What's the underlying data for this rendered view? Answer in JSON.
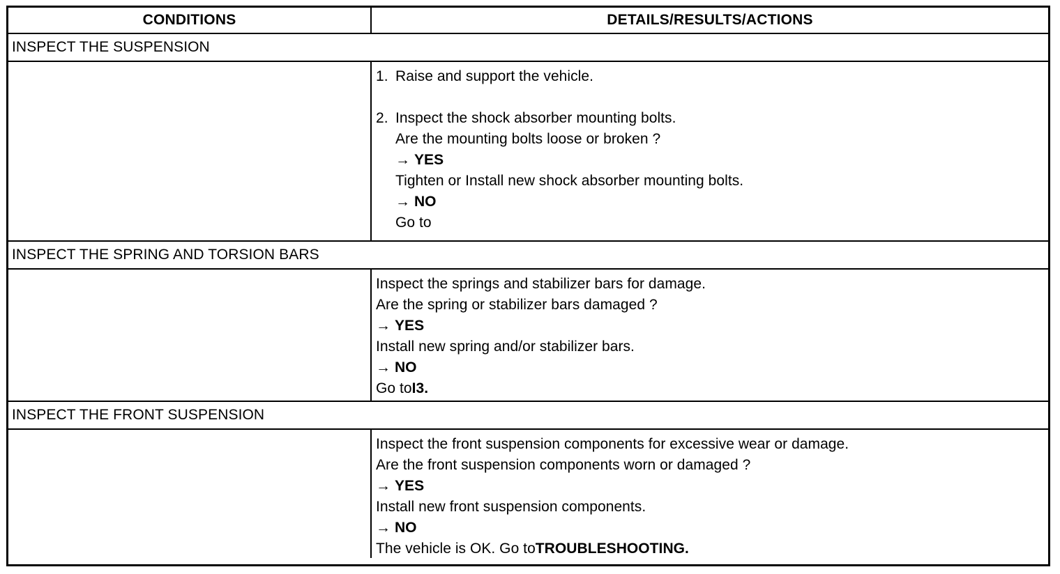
{
  "table": {
    "headers": {
      "conditions": "CONDITIONS",
      "details": "DETAILS/RESULTS/ACTIONS"
    },
    "sections": [
      {
        "title": "INSPECT THE SUSPENSION",
        "steps": [
          {
            "number": "1.",
            "text": "Raise and support the vehicle."
          },
          {
            "number": "2.",
            "text": "Inspect the shock absorber mounting bolts."
          }
        ],
        "question": "Are the mounting bolts loose or broken ?",
        "yes_arrow": "→",
        "yes_label": "YES",
        "yes_action": "Tighten or Install new shock absorber mounting bolts.",
        "no_arrow": "→",
        "no_label": "NO",
        "no_action_prefix": "Go to",
        "no_action_ref": ""
      },
      {
        "title": "INSPECT THE SPRING AND TORSION BARS",
        "intro": "Inspect the springs and stabilizer bars for damage.",
        "question": "Are the spring or stabilizer bars damaged ?",
        "yes_arrow": "→",
        "yes_label": "YES",
        "yes_action": "Install new spring and/or stabilizer bars.",
        "no_arrow": "→",
        "no_label": "NO",
        "no_action_prefix": "Go to",
        "no_action_ref": "I3."
      },
      {
        "title": "INSPECT THE FRONT SUSPENSION",
        "intro": "Inspect the front suspension components for excessive wear or damage.",
        "question": "Are the front suspension components worn or damaged ?",
        "yes_arrow": "→",
        "yes_label": "YES",
        "yes_action": "Install new front suspension components.",
        "no_arrow": "→",
        "no_label": "NO",
        "no_action_prefix": "The vehicle is OK. Go to",
        "no_action_ref": "TROUBLESHOOTING."
      }
    ]
  },
  "colors": {
    "border": "#000000",
    "text": "#000000",
    "background": "#ffffff"
  }
}
